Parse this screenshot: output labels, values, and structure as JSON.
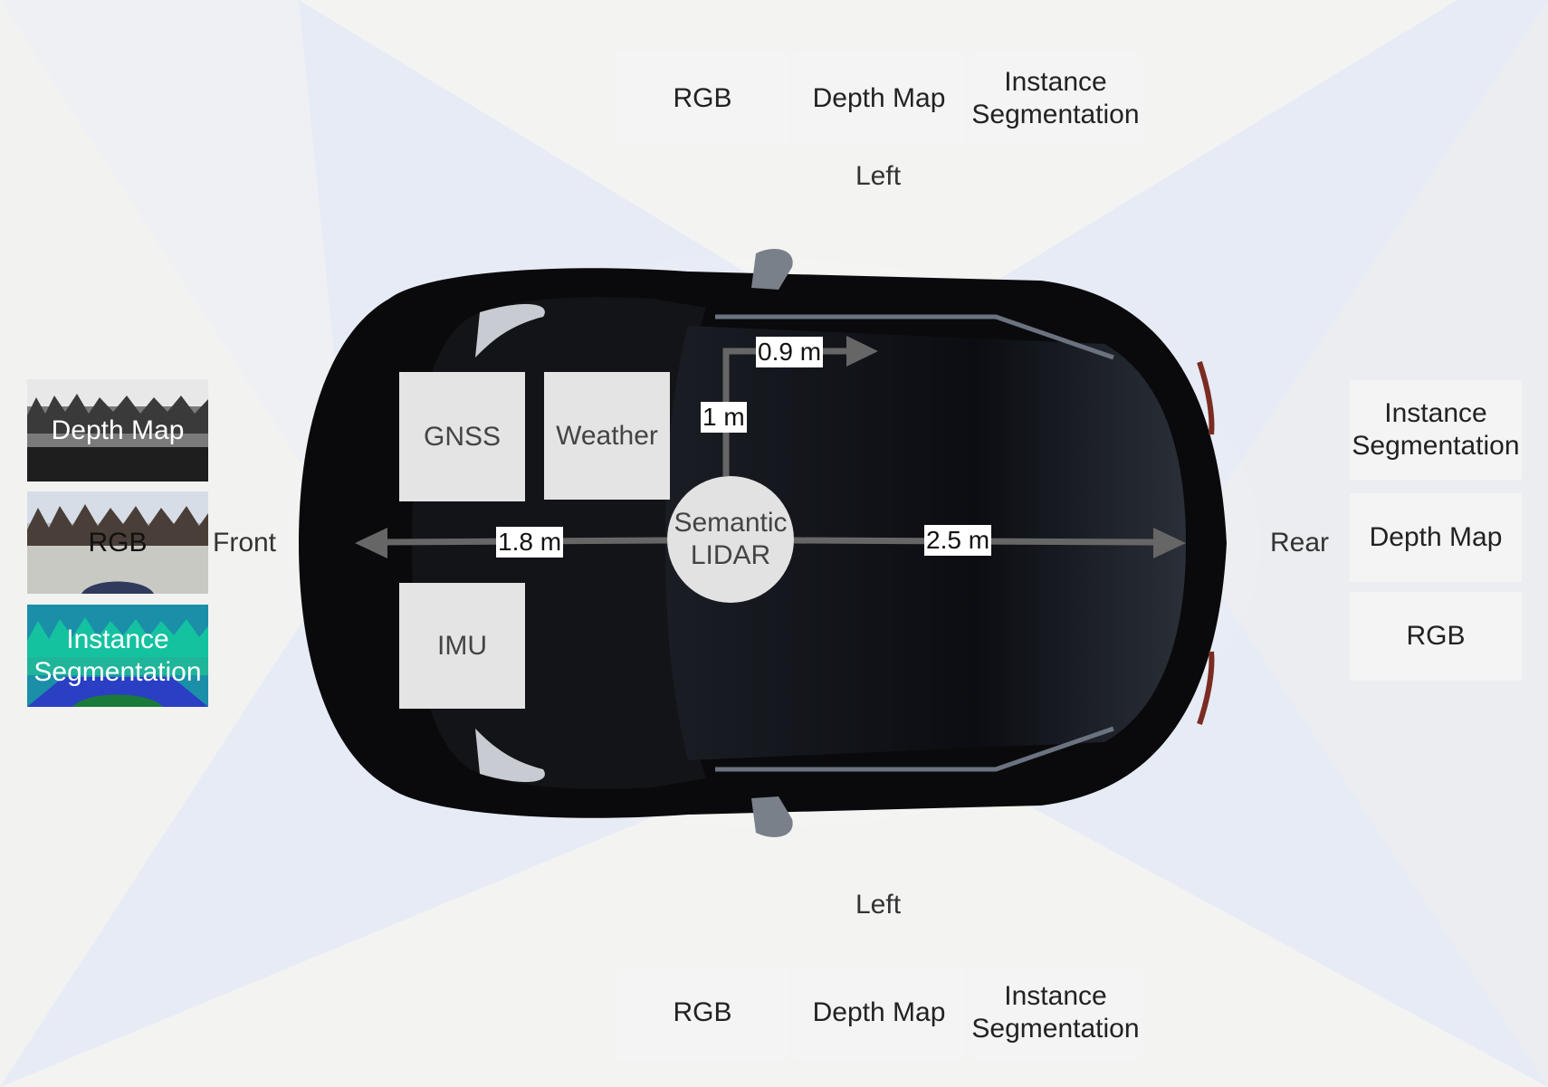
{
  "views": {
    "left_top": {
      "label": "Left",
      "boxes": [
        "RGB",
        "Depth Map",
        "Instance Segmentation"
      ]
    },
    "left_bottom": {
      "label": "Left",
      "boxes": [
        "RGB",
        "Depth Map",
        "Instance Segmentation"
      ]
    },
    "rear": {
      "label": "Rear",
      "boxes": [
        "Instance Segmentation",
        "Depth Map",
        "RGB"
      ]
    },
    "front": {
      "label": "Front",
      "thumbnails": [
        "Depth Map",
        "RGB",
        "Instance Segmentation"
      ]
    }
  },
  "sensors": {
    "gnss": "GNSS",
    "weather": "Weather",
    "imu": "IMU",
    "lidar_line1": "Semantic",
    "lidar_line2": "LIDAR"
  },
  "distances": {
    "front": "1.8 m",
    "rear": "2.5 m",
    "up": "1 m",
    "side": "0.9 m"
  },
  "colors": {
    "background": "#e6ebf5",
    "fov_cone": "#f3f3f2",
    "car_body": "#0a0a0c",
    "box": "#f4f4f4",
    "arrow": "#666666"
  }
}
